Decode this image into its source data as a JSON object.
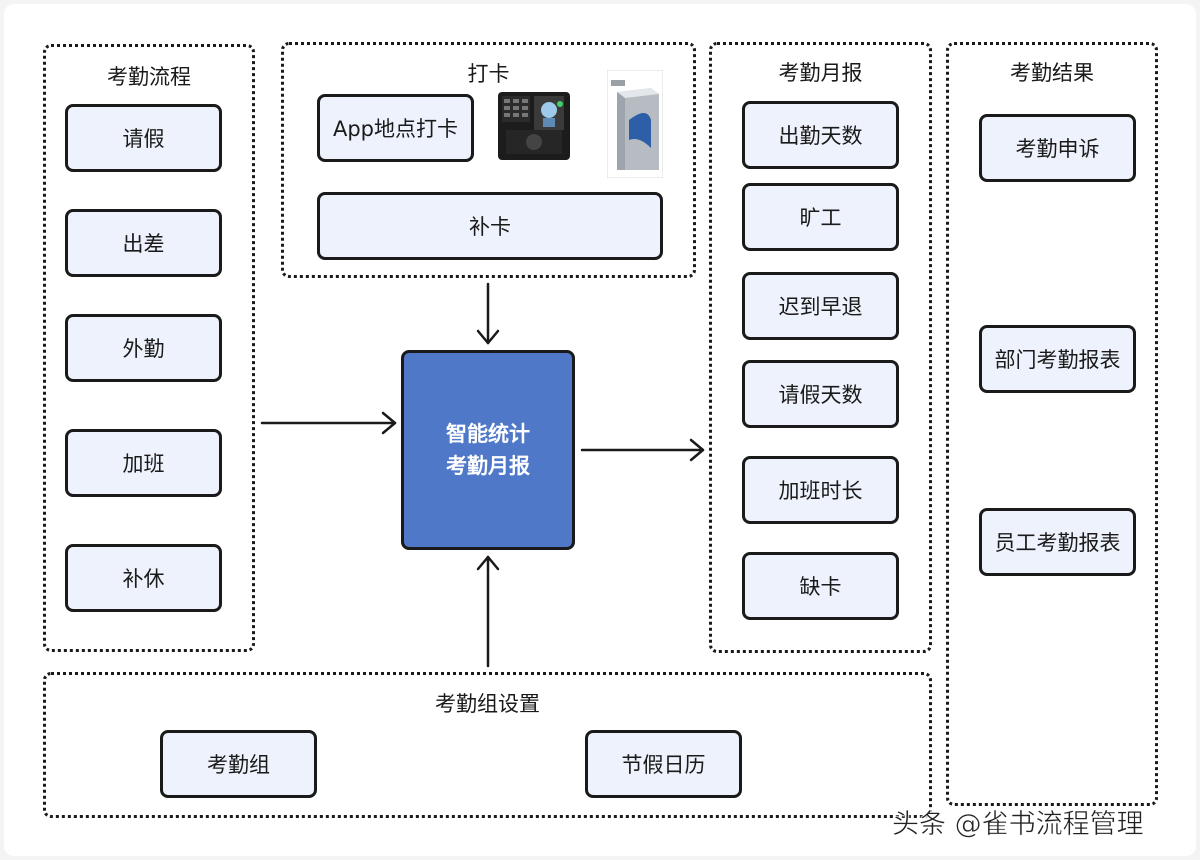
{
  "groups": {
    "process": {
      "title": "考勤流程",
      "items": [
        "请假",
        "出差",
        "外勤",
        "加班",
        "补休"
      ]
    },
    "clock": {
      "title": "打卡",
      "app_label": "App地点打卡",
      "replenish_label": "补卡"
    },
    "monthly": {
      "title": "考勤月报",
      "items": [
        "出勤天数",
        "旷工",
        "迟到早退",
        "请假天数",
        "加班时长",
        "缺卡"
      ]
    },
    "result": {
      "title": "考勤结果",
      "items": [
        "考勤申诉",
        "部门考勤报表",
        "员工考勤报表"
      ]
    },
    "settings": {
      "title": "考勤组设置",
      "items": [
        "考勤组",
        "节假日历"
      ]
    }
  },
  "center": {
    "line1": "智能统计",
    "line2": "考勤月报"
  },
  "watermark": "头条 @雀书流程管理",
  "colors": {
    "center_fill": "#4f78c8",
    "box_fill": "#eef2fc",
    "border": "#1a1a1a"
  },
  "icons": [
    "face-recognition-terminal-icon",
    "turnstile-gate-icon"
  ]
}
